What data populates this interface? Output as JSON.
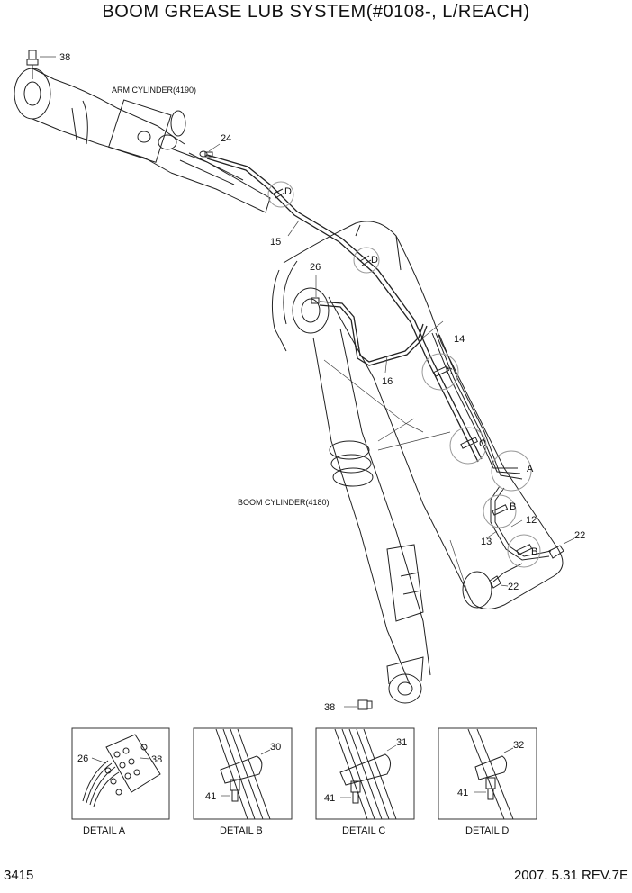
{
  "title": "BOOM GREASE LUB SYSTEM(#0108-, L/REACH)",
  "page_number": "3415",
  "revision": "2007. 5.31 REV.7E",
  "component_labels": {
    "arm_cylinder": "ARM CYLINDER(4190)",
    "boom_cylinder": "BOOM CYLINDER(4180)"
  },
  "part_numbers": {
    "p38_top": "38",
    "p24": "24",
    "p15": "15",
    "p26": "26",
    "p14": "14",
    "p16": "16",
    "p12": "12",
    "p13": "13",
    "p22_a": "22",
    "p22_b": "22",
    "p38_bottom": "38"
  },
  "detail_markers": {
    "d1": "D",
    "d2": "D",
    "c1": "C",
    "c2": "C",
    "a": "A",
    "b1": "B",
    "b2": "B"
  },
  "details": [
    {
      "caption": "DETAIL A",
      "parts": [
        "26",
        "38"
      ]
    },
    {
      "caption": "DETAIL B",
      "parts": [
        "30",
        "41"
      ]
    },
    {
      "caption": "DETAIL C",
      "parts": [
        "31",
        "41"
      ]
    },
    {
      "caption": "DETAIL D",
      "parts": [
        "32",
        "41"
      ]
    }
  ]
}
